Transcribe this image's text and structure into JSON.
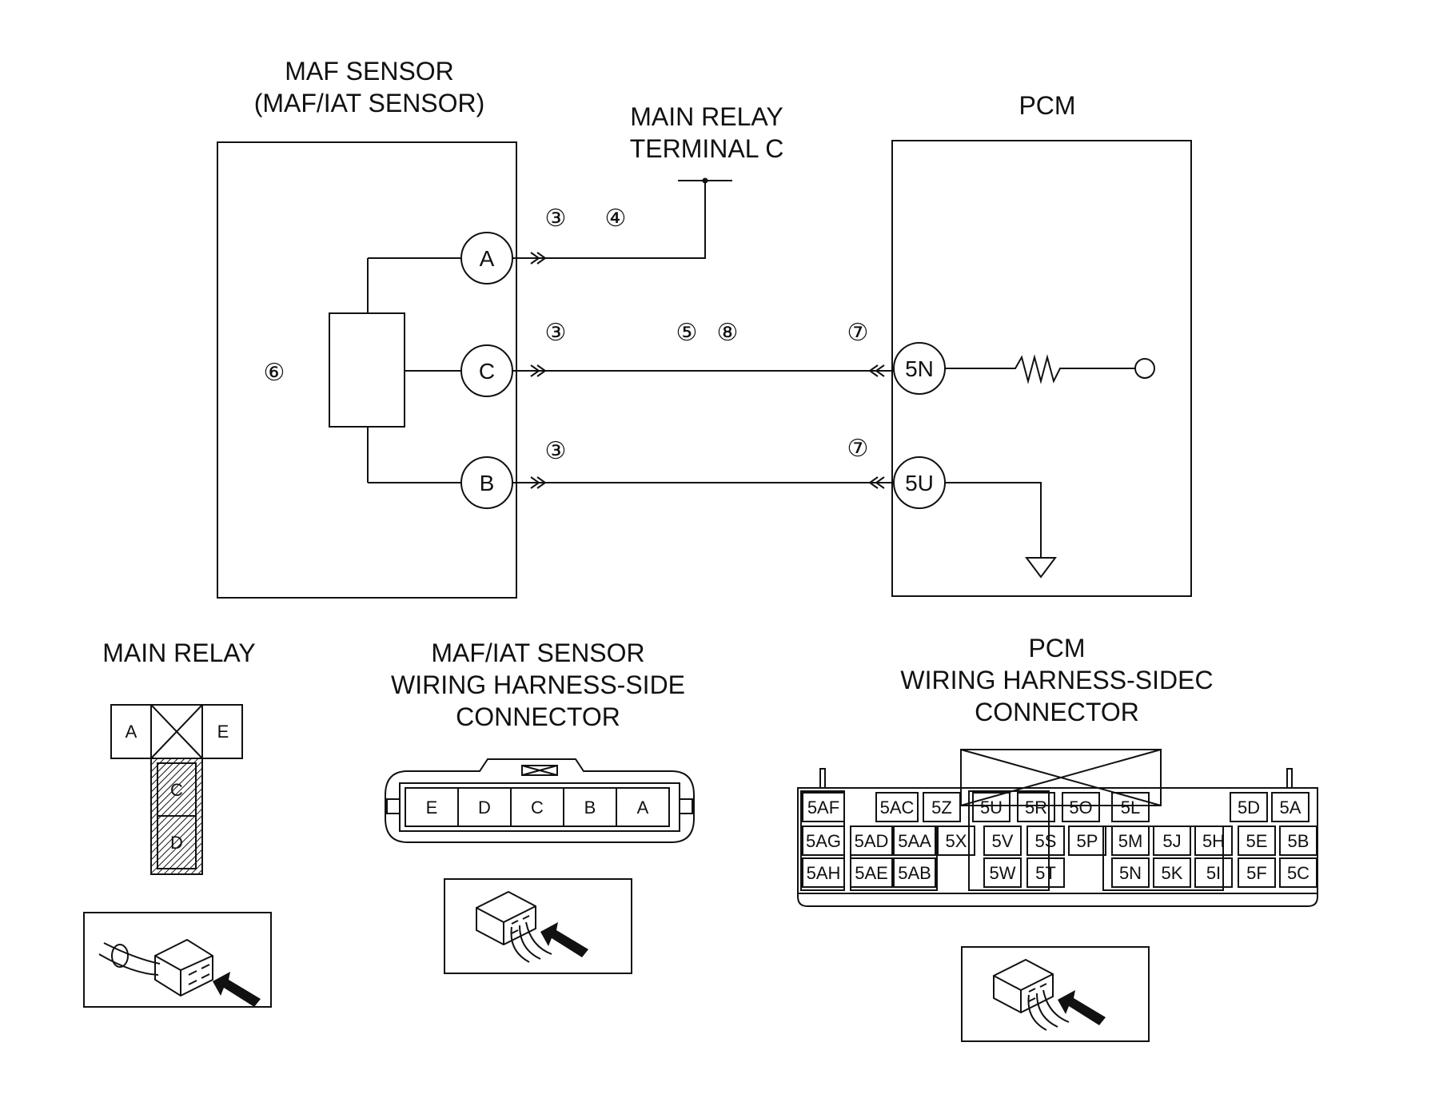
{
  "maf_sensor": {
    "title_1": "MAF SENSOR",
    "title_2": "(MAF/IAT SENSOR)",
    "internal_number": "⑥"
  },
  "main_relay_terminal": {
    "title_1": "MAIN RELAY",
    "title_2": "TERMINAL C"
  },
  "pcm": {
    "title": "PCM"
  },
  "pins": {
    "a": "A",
    "c": "C",
    "b": "B",
    "pcm_5n": "5N",
    "pcm_5u": "5U"
  },
  "wire_marks": {
    "a_3": "③",
    "a_4": "④",
    "c_3": "③",
    "c_5": "⑤",
    "c_8": "⑧",
    "c_7": "⑦",
    "b_3": "③",
    "b_7": "⑦"
  },
  "main_relay_connector": {
    "title": "MAIN RELAY",
    "terminals": [
      "A",
      "E",
      "C",
      "D"
    ]
  },
  "maf_connector": {
    "title_1": "MAF/IAT SENSOR",
    "title_2": "WIRING HARNESS-SIDE",
    "title_3": "CONNECTOR",
    "terminals": [
      "E",
      "D",
      "C",
      "B",
      "A"
    ]
  },
  "pcm_connector": {
    "title_1": "PCM",
    "title_2": "WIRING HARNESS-SIDEC",
    "title_3": "CONNECTOR",
    "row1": [
      "5AF",
      "5AC",
      "5Z",
      "5U",
      "5R",
      "5O",
      "5L",
      "5D",
      "5A"
    ],
    "row2": [
      "5AG",
      "5AD",
      "5AA",
      "5X",
      "5V",
      "5S",
      "5P",
      "5M",
      "5J",
      "5H",
      "5E",
      "5B"
    ],
    "row3": [
      "5AH",
      "5AE",
      "5AB",
      "5W",
      "5T",
      "5N",
      "5K",
      "5I",
      "5F",
      "5C"
    ]
  }
}
